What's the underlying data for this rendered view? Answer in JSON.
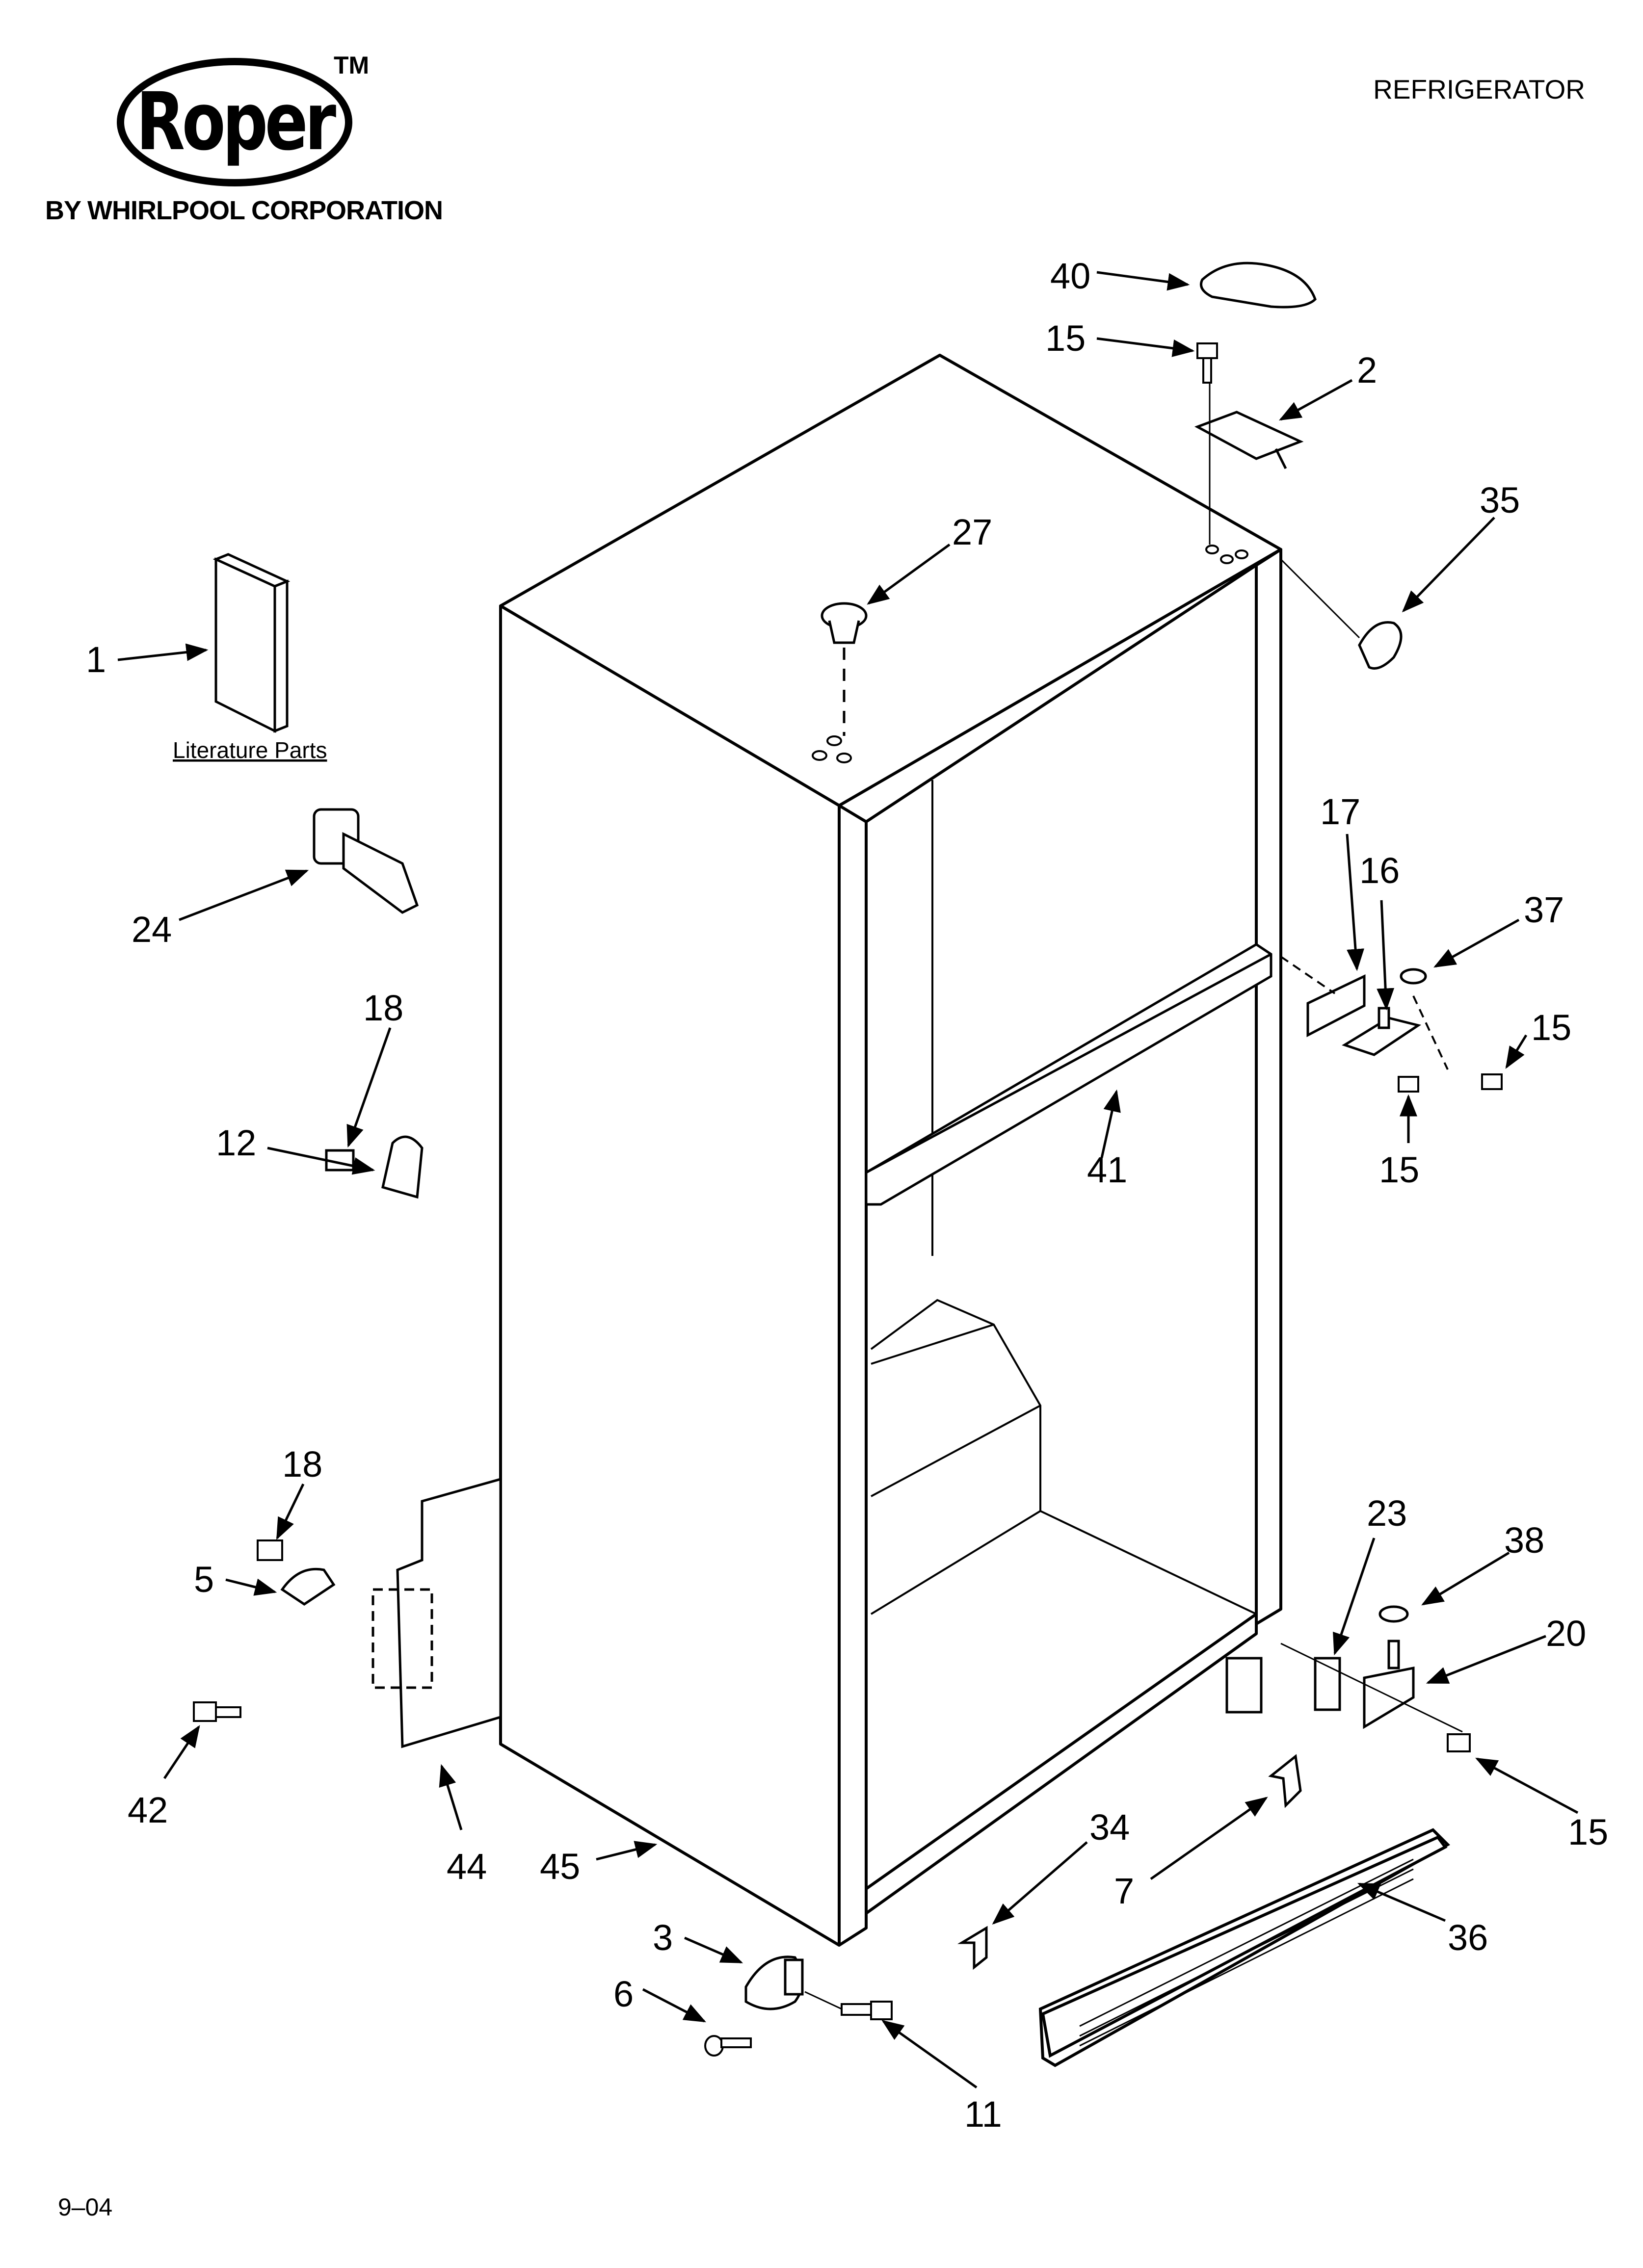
{
  "brand": {
    "logo_text": "Roper",
    "trademark": "TM",
    "byline": "BY WHIRLPOOL CORPORATION"
  },
  "header": {
    "title": "REFRIGERATOR"
  },
  "footer": {
    "code": "9–04"
  },
  "literature_label": "Literature Parts",
  "callouts": [
    {
      "id": "c40",
      "text": "40"
    },
    {
      "id": "c15a",
      "text": "15"
    },
    {
      "id": "c2",
      "text": "2"
    },
    {
      "id": "c35",
      "text": "35"
    },
    {
      "id": "c27",
      "text": "27"
    },
    {
      "id": "c1",
      "text": "1"
    },
    {
      "id": "c24",
      "text": "24"
    },
    {
      "id": "c18a",
      "text": "18"
    },
    {
      "id": "c12",
      "text": "12"
    },
    {
      "id": "c17",
      "text": "17"
    },
    {
      "id": "c16",
      "text": "16"
    },
    {
      "id": "c37",
      "text": "37"
    },
    {
      "id": "c15b",
      "text": "15"
    },
    {
      "id": "c15c",
      "text": "15"
    },
    {
      "id": "c41",
      "text": "41"
    },
    {
      "id": "c18b",
      "text": "18"
    },
    {
      "id": "c5",
      "text": "5"
    },
    {
      "id": "c42",
      "text": "42"
    },
    {
      "id": "c44",
      "text": "44"
    },
    {
      "id": "c45",
      "text": "45"
    },
    {
      "id": "c23",
      "text": "23"
    },
    {
      "id": "c38",
      "text": "38"
    },
    {
      "id": "c20",
      "text": "20"
    },
    {
      "id": "c15d",
      "text": "15"
    },
    {
      "id": "c34",
      "text": "34"
    },
    {
      "id": "c7",
      "text": "7"
    },
    {
      "id": "c36",
      "text": "36"
    },
    {
      "id": "c3",
      "text": "3"
    },
    {
      "id": "c6",
      "text": "6"
    },
    {
      "id": "c11",
      "text": "11"
    }
  ]
}
